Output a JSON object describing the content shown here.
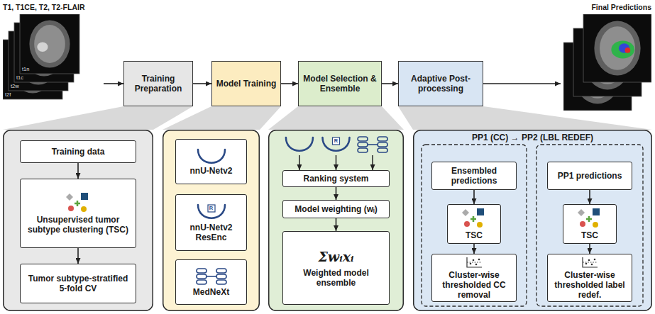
{
  "diagram": {
    "nodes": [
      {
        "text": [
          "T1, T1CE, T2, T2-FLAIR"
        ]
      },
      {
        "text": [
          "Training Preparation"
        ]
      },
      {
        "text": [
          "Model Training"
        ]
      },
      {
        "text": [
          "Model Selection & Ensemble"
        ]
      },
      {
        "text": [
          "Adaptive Post-processing"
        ]
      },
      {
        "text": [
          "Final Predictions"
        ]
      },
      {
        "text": []
      },
      {
        "text": [
          "Training data"
        ],
        "in": 6
      },
      {
        "text": [
          "Unsupervised tumor subtype clustering (TSC)"
        ],
        "in": 6
      },
      {
        "text": [
          "Tumor subtype-stratified 5-fold CV"
        ],
        "in": 6
      },
      {
        "text": []
      },
      {
        "text": [
          "nnU-Netv2"
        ],
        "in": 10
      },
      {
        "text": [
          "nnU-Netv2 ResEnc"
        ],
        "in": 10
      },
      {
        "text": [
          "MedNeXt"
        ],
        "in": 10
      },
      {
        "text": []
      },
      {
        "text": [
          "Ranking system"
        ],
        "in": 14
      },
      {
        "text": [
          "Model weighting (wᵢ)"
        ],
        "in": 14
      },
      {
        "text": [
          "Σwᵢxᵢ",
          "Weighted model ensemble"
        ],
        "in": 14
      },
      {
        "text": [
          "PP1 (CC) → PP2 (LBL REDEF)"
        ]
      },
      {
        "text": [],
        "in": 18
      },
      {
        "text": [
          "Ensembled predictions"
        ],
        "in": 19
      },
      {
        "text": [
          "TSC"
        ],
        "in": 19
      },
      {
        "text": [
          "Cluster-wise thresholded CC removal"
        ],
        "in": 19
      },
      {
        "text": [],
        "in": 18
      },
      {
        "text": [
          "PP1 predictions"
        ],
        "in": 23
      },
      {
        "text": [
          "TSC"
        ],
        "in": 23
      },
      {
        "text": [
          "Cluster-wise thresholded label redef."
        ],
        "in": 23
      }
    ],
    "edges": [
      {
        "from": 0,
        "to": 1,
        "arrow": "to"
      },
      {
        "from": 1,
        "to": 2,
        "arrow": "to"
      },
      {
        "from": 2,
        "to": 3,
        "arrow": "to"
      },
      {
        "from": 3,
        "to": 4,
        "arrow": "to"
      },
      {
        "from": 4,
        "to": 5,
        "arrow": "to"
      },
      {
        "from": 7,
        "to": 8,
        "arrow": "to"
      },
      {
        "from": 8,
        "to": 9,
        "arrow": "to"
      },
      {
        "from": 15,
        "to": 16,
        "arrow": "to"
      },
      {
        "from": 16,
        "to": 17,
        "arrow": "to"
      },
      {
        "from": 20,
        "to": 21,
        "arrow": "to"
      },
      {
        "from": 21,
        "to": 22,
        "arrow": "to"
      },
      {
        "from": 24,
        "to": 25,
        "arrow": "to"
      },
      {
        "from": 25,
        "to": 26,
        "arrow": "to"
      }
    ],
    "labels": [
      "t2f",
      "t2w",
      "t1c",
      "t1n",
      "R",
      "R"
    ]
  }
}
